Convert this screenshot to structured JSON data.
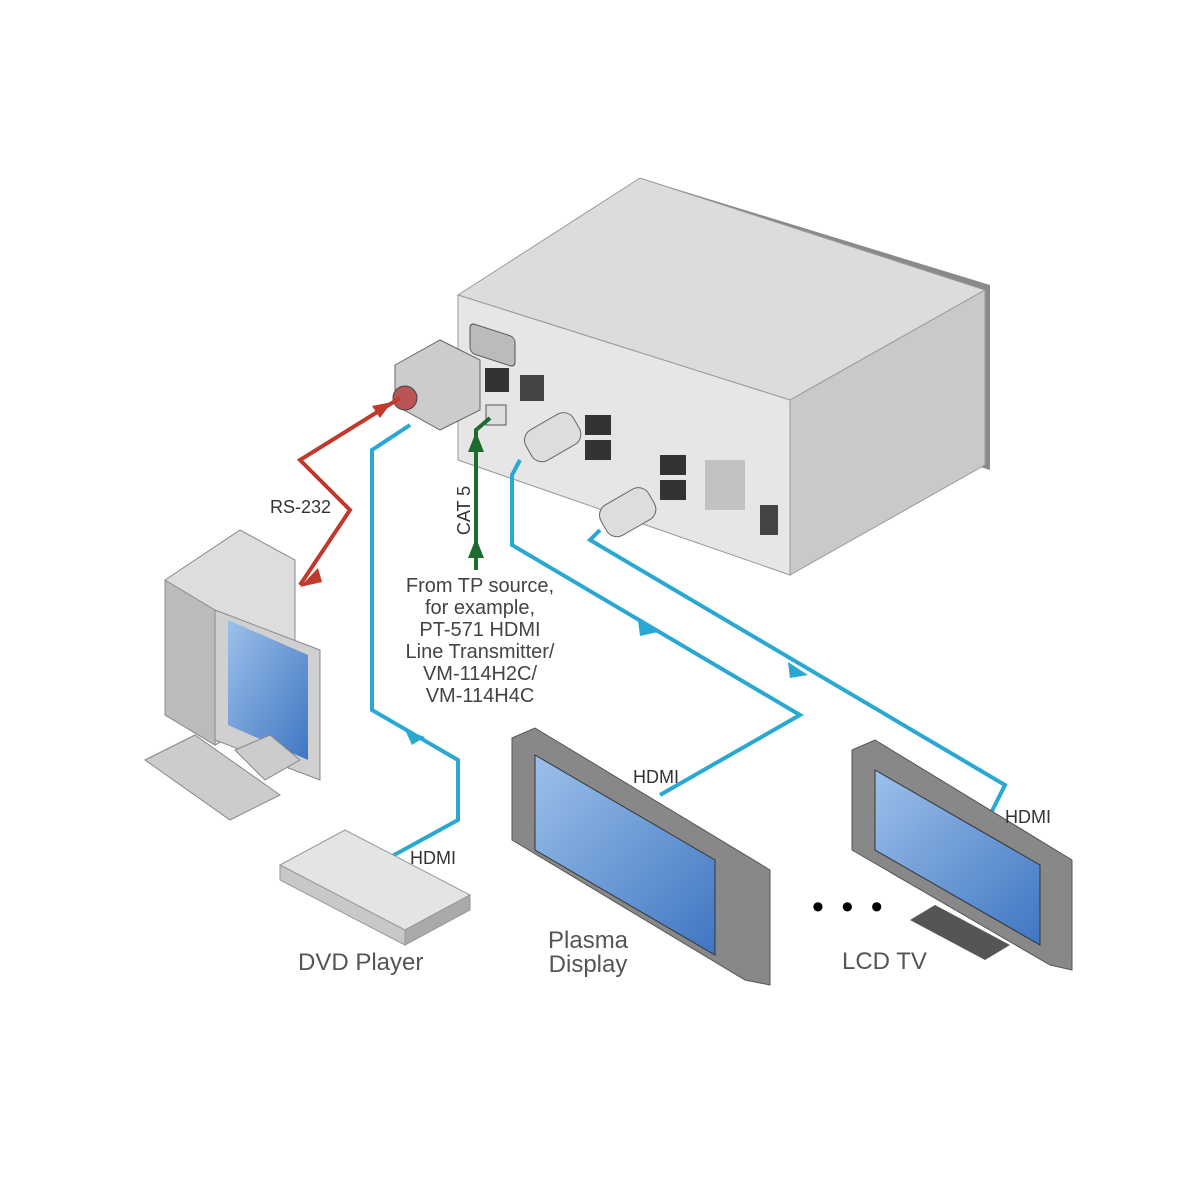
{
  "colors": {
    "rs232": "#c0392b",
    "hdmi": "#2aa8d4",
    "cat5": "#1e6b2e",
    "device": "#d8d8d8",
    "screen": "#5b8fd0"
  },
  "labels": {
    "rs232": "RS-232",
    "cat5": "CAT 5",
    "source_note": [
      "From TP source,",
      "for example,",
      "PT-571 HDMI",
      "Line Transmitter/",
      "VM-114H2C/",
      "VM-114H4C"
    ],
    "hdmi_dvd": "HDMI",
    "hdmi_plasma": "HDMI",
    "hdmi_lcd": "HDMI",
    "dvd_player": "DVD Player",
    "plasma_display": [
      "Plasma",
      "Display"
    ],
    "lcd_tv": "LCD TV",
    "ellipsis": "• • •"
  }
}
